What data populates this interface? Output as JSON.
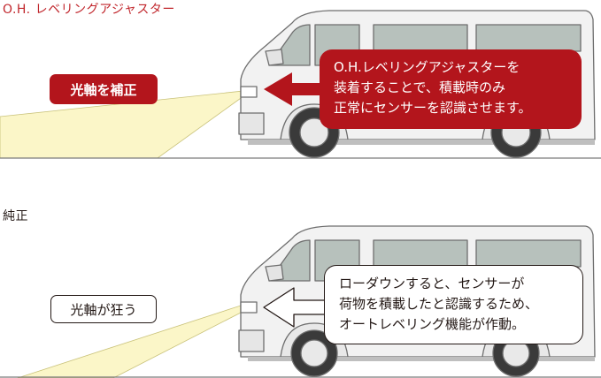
{
  "top": {
    "heading": "O.H. レベリングアジャスター",
    "pill_label": "光軸を補正",
    "callout_lines": [
      "O.H.レベリングアジャスターを",
      "装着することで、積載時のみ",
      "正常にセンサーを認識させます。"
    ]
  },
  "bottom": {
    "heading": "純正",
    "pill_label": "光軸が狂う",
    "callout_lines": [
      "ローダウンすると、センサーが",
      "荷物を積載したと認識するため、",
      "オートレベリング機能が作動。"
    ]
  },
  "colors": {
    "brand_red": "#b3151c",
    "heading_red": "#c1272d",
    "text": "#231815",
    "beam": "#fbf6c8",
    "van_body": "#f2f2f2",
    "glass": "#b7c1bc"
  }
}
